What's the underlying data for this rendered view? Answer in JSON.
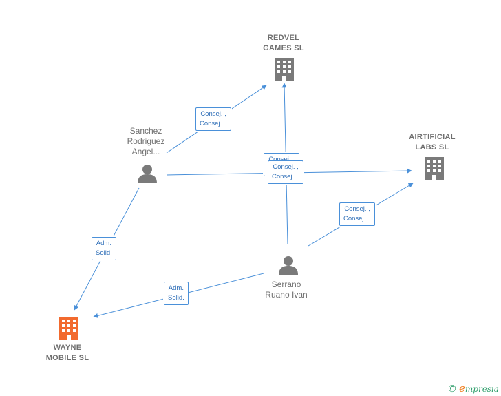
{
  "colors": {
    "edge": "#4a90d9",
    "company_icon": "#7a7a7a",
    "person_icon": "#7a7a7a",
    "focus_company_icon": "#f26a2e",
    "brand_green": "#2f9e6b",
    "brand_orange": "#f07a18"
  },
  "nodes": {
    "redvel": {
      "label": "REDVEL\nGAMES SL",
      "type": "company",
      "icon": "building-icon"
    },
    "airtificial": {
      "label": "AIRTIFICIAL\nLABS SL",
      "type": "company",
      "icon": "building-icon"
    },
    "wayne": {
      "label": "WAYNE\nMOBILE SL",
      "type": "company-focus",
      "icon": "building-icon"
    },
    "sanchez": {
      "label": "Sanchez\nRodriguez\nAngel...",
      "type": "person",
      "icon": "person-icon"
    },
    "serrano": {
      "label": "Serrano\nRuano Ivan",
      "type": "person",
      "icon": "person-icon"
    }
  },
  "edges": {
    "sanchez_redvel": "Consej. ,\nConsej....",
    "center_a": "Consej. ,\nConsej....",
    "center_b": "Consej. ,\nConsej....",
    "serrano_airtificial": "Consej. ,\nConsej....",
    "sanchez_wayne": "Adm.\nSolid.",
    "serrano_wayne": "Adm.\nSolid."
  },
  "copyright": {
    "symbol": "©",
    "brand_initial": "e",
    "brand_rest": "mpresia"
  }
}
